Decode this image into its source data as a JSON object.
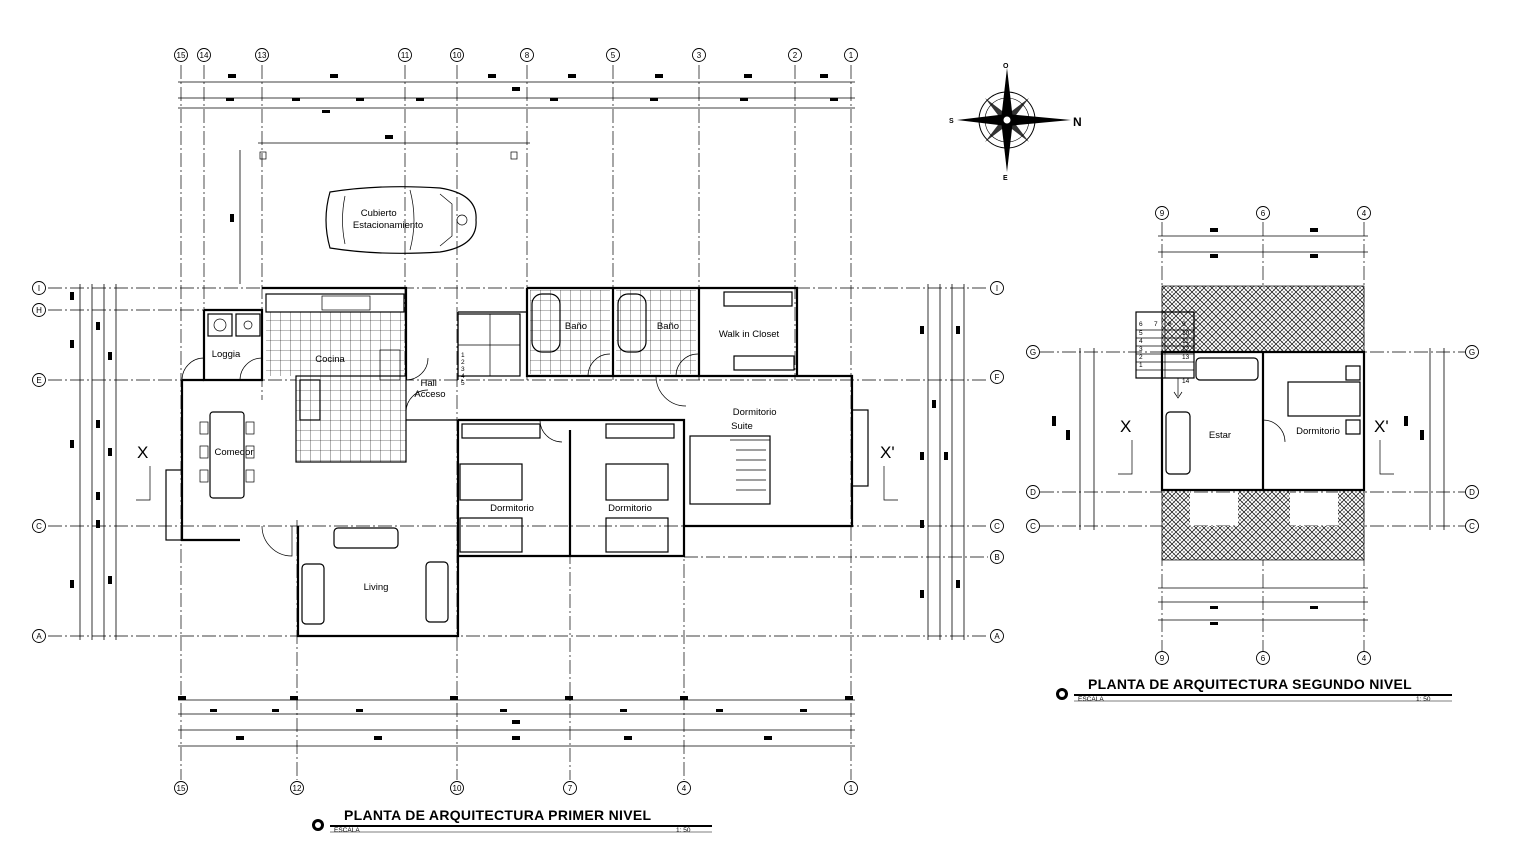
{
  "plan1": {
    "title": "PLANTA  DE  ARQUITECTURA PRIMER NIVEL",
    "scale_label": "ESCALA",
    "scale_value": "1: 50",
    "top_axes": [
      "15",
      "14",
      "13",
      "11",
      "10",
      "8",
      "5",
      "3",
      "2",
      "1"
    ],
    "bottom_axes": [
      "15",
      "12",
      "10",
      "7",
      "4",
      "1"
    ],
    "left_axes": [
      "I",
      "H",
      "E",
      "C",
      "A"
    ],
    "right_axes": [
      "I",
      "F",
      "C",
      "B",
      "A"
    ],
    "section_left": "X",
    "section_right": "X'",
    "rooms": {
      "parking": "Cubierto\nEstacionamiento",
      "loggia": "Loggia",
      "cocina": "Cocina",
      "hall": "Hall\nAcceso",
      "comedor": "Comedor",
      "living": "Living",
      "bano1": "Baño",
      "bano2": "Baño",
      "closet": "Walk in Closet",
      "suite": "Dormitorio\nSuite",
      "dorm1": "Dormitorio",
      "dorm2": "Dormitorio"
    },
    "stair_steps": [
      "1",
      "2",
      "3",
      "4",
      "5"
    ]
  },
  "plan2": {
    "title": "PLANTA  DE  ARQUITECTURA SEGUNDO NIVEL",
    "scale_label": "ESCALA",
    "scale_value": "1: 50",
    "top_axes": [
      "9",
      "6",
      "4"
    ],
    "bottom_axes": [
      "9",
      "6",
      "4"
    ],
    "left_axes": [
      "G",
      "D",
      "C"
    ],
    "right_axes": [
      "G",
      "D",
      "C"
    ],
    "section_left": "X",
    "section_right": "X'",
    "rooms": {
      "estar": "Estar",
      "dormitorio": "Dormitorio"
    },
    "stair_steps": [
      "6",
      "7",
      "8",
      "9",
      "5",
      "10",
      "4",
      "11",
      "3",
      "12",
      "2",
      "13",
      "1",
      "14"
    ]
  },
  "compass": {
    "north": "N",
    "south": "S",
    "east": "E",
    "west": "O"
  },
  "colors": {
    "line": "#000000",
    "background": "#ffffff",
    "hatch": "#000000"
  }
}
